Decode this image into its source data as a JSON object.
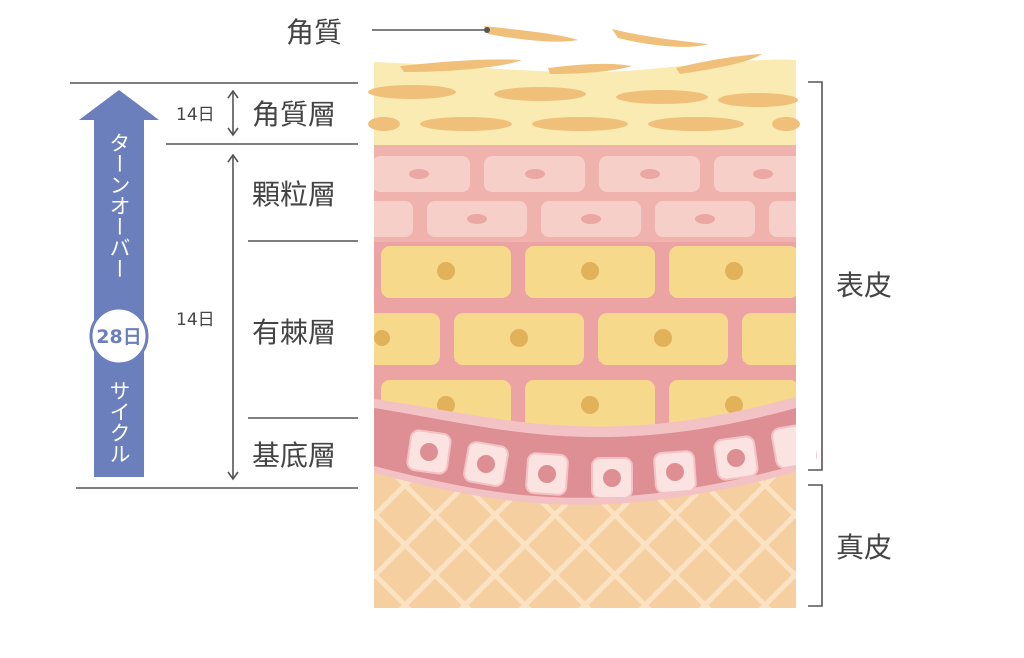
{
  "labels": {
    "stratum_corneum_top": "角質",
    "stratum_corneum": "角質層",
    "granular": "顆粒層",
    "spinous": "有棘層",
    "basal": "基底層",
    "epidermis": "表皮",
    "dermis": "真皮"
  },
  "durations": {
    "upper": "14日",
    "lower": "14日"
  },
  "turnover": {
    "title": "ターンオーバー",
    "days": "28日",
    "cycle": "サイクル"
  },
  "colors": {
    "flakes": "#f0c07a",
    "corneum_bg": "#faebb2",
    "granular_bg": "#f0b2ad",
    "granular_cell": "#f7cfc9",
    "spinous_bg": "#eba3a3",
    "spinous_cell": "#f6d98a",
    "nucleus": "#e2b25b",
    "basal_band": "#dd8f93",
    "dermis_bg": "#f6cfa0",
    "dermis_mesh": "#fbe2c2",
    "arrow": "#6b7fbd",
    "text": "#444444",
    "lines": "#555555"
  }
}
